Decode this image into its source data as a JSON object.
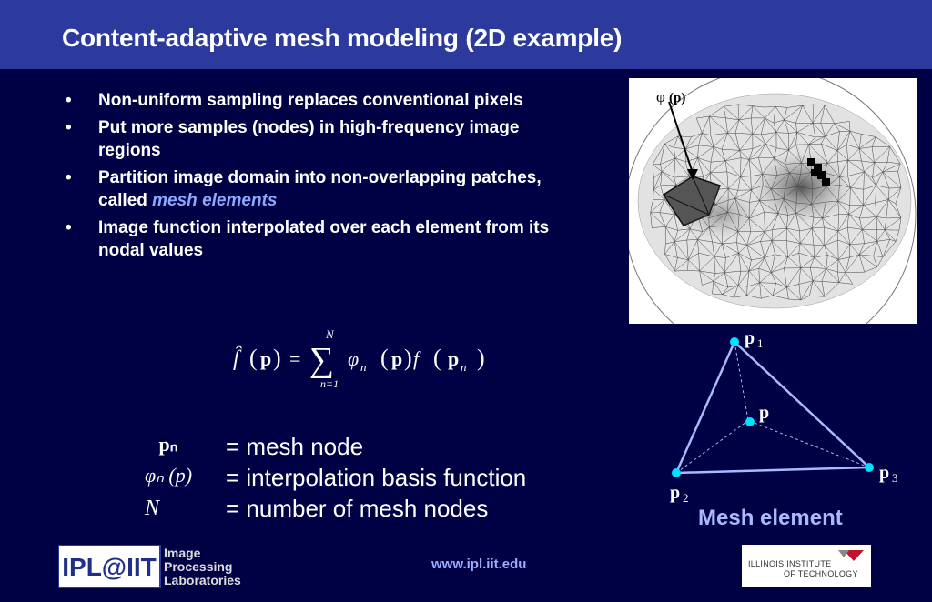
{
  "title": "Content-adaptive mesh modeling (2D example)",
  "bullets": [
    {
      "text": "Non-uniform sampling replaces conventional pixels"
    },
    {
      "text": "Put more samples (nodes) in high-frequency image regions"
    },
    {
      "pre": "Partition image domain into non-overlapping patches, called ",
      "em": "mesh elements"
    },
    {
      "text": "Image function interpolated over each element from its nodal values"
    }
  ],
  "bullet_symbol": "•",
  "image_annotation": {
    "phi": "φ",
    "arg": "(p)"
  },
  "formula": {
    "fhat": "f̂",
    "eq": "=",
    "sum_top": "N",
    "sum_bottom": "n=1",
    "p": "p",
    "phi": "φ",
    "f": "f",
    "n": "n"
  },
  "definitions": [
    {
      "symbol": "pₙ",
      "text": "= mesh node"
    },
    {
      "symbol": "φₙ (p)",
      "text": "= interpolation basis function"
    },
    {
      "symbol": "N",
      "text": "= number of mesh nodes"
    }
  ],
  "triangle": {
    "p1": {
      "base": "p",
      "sub": "1"
    },
    "p2": {
      "base": "p",
      "sub": "2"
    },
    "p3": {
      "base": "p",
      "sub": "3"
    },
    "p": "p",
    "color": "#a9b8ff",
    "node_color": "#00e0ff"
  },
  "mesh_label": "Mesh element",
  "footer": {
    "ipl_logo": {
      "mark": "IPL@IIT",
      "line1": "Image",
      "line2": "Processing",
      "line3": "Laboratories"
    },
    "url": "www.ipl.iit.edu",
    "iit_logo": {
      "line1": "ILLINOIS INSTITUTE",
      "line2": "OF TECHNOLOGY"
    }
  }
}
